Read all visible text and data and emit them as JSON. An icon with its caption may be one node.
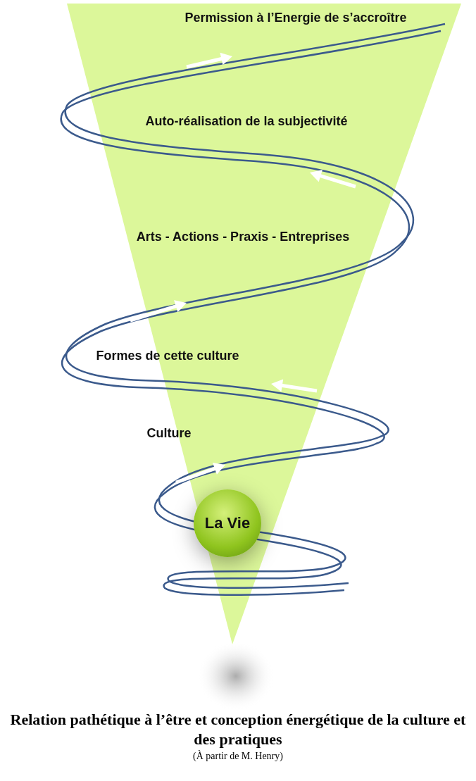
{
  "diagram": {
    "title": "Relation pathétique à l’être et conception énergétique de la culture et des pratiques",
    "caption": "(À partir de M. Henry)",
    "nodes": [
      {
        "text": [
          "Permission à l’Energie de s’accroître",
          "Auto-réalisation de la subjectivité",
          "Arts - Actions - Praxis - Entreprises",
          "Formes de cette culture",
          "Culture"
        ]
      },
      {
        "text": [
          "La Vie"
        ],
        "in": 0
      }
    ]
  }
}
